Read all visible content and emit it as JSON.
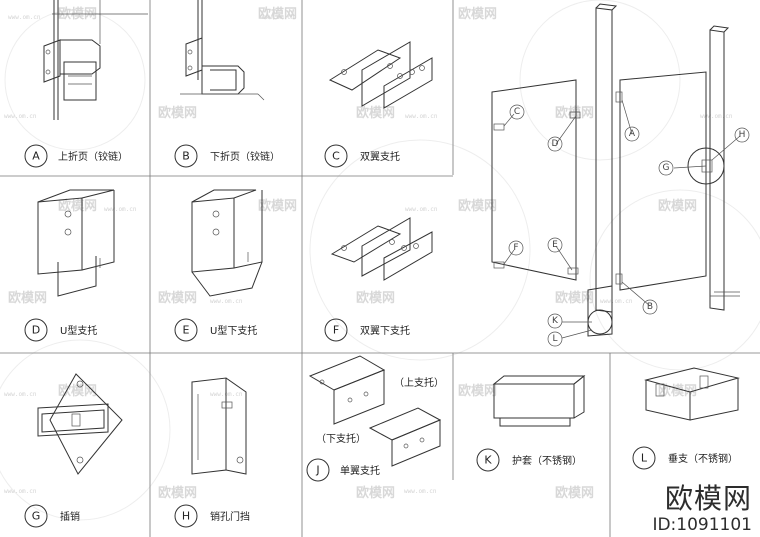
{
  "watermark": {
    "brand_text": "欧模网",
    "brand_site": "www.om.cn",
    "id_text": "ID:1091101"
  },
  "cells": [
    {
      "letter": "A",
      "label": "上折页（铰链）"
    },
    {
      "letter": "B",
      "label": "下折页（铰链）"
    },
    {
      "letter": "C",
      "label": "双翼支托"
    },
    {
      "letter": "D",
      "label": "U型支托"
    },
    {
      "letter": "E",
      "label": "U型下支托"
    },
    {
      "letter": "F",
      "label": "双翼下支托"
    },
    {
      "letter": "G",
      "label": "插销"
    },
    {
      "letter": "H",
      "label": "销孔门挡"
    },
    {
      "letter": "J",
      "label": "单翼支托",
      "sub_upper": "（上支托）",
      "sub_lower": "（下支托）"
    },
    {
      "letter": "K",
      "label": "护套（不锈钢）"
    },
    {
      "letter": "L",
      "label": "垂支（不锈钢）"
    }
  ],
  "assembly_callouts": [
    "A",
    "B",
    "C",
    "D",
    "E",
    "F",
    "G",
    "H",
    "K",
    "L"
  ],
  "colors": {
    "line": "#333333",
    "watermark": "#d4d4d4"
  }
}
